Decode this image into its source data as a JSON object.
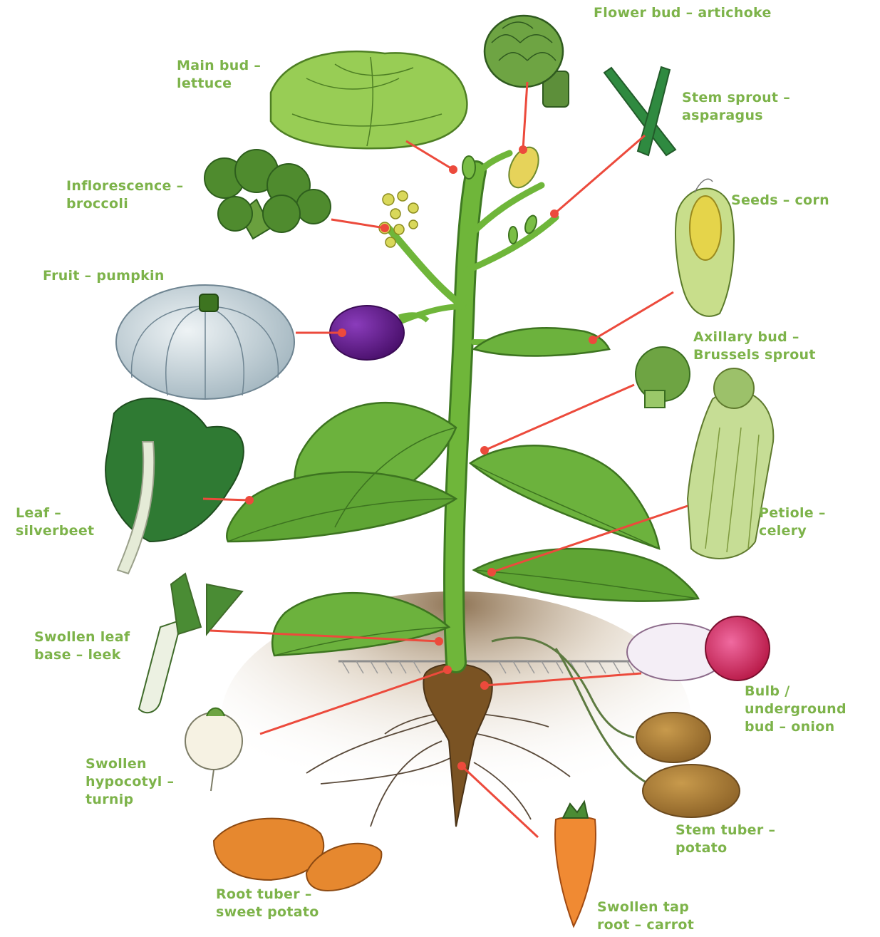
{
  "colors": {
    "label": "#7db34a",
    "pointer": "#ec4a3c",
    "stem": "#6fb63a",
    "stem_dark": "#3f7a22",
    "leaf": "#69b23c",
    "soil": "#8a5a2b"
  },
  "labels": [
    {
      "id": "flower-bud",
      "lines": [
        "Flower bud – artichoke"
      ]
    },
    {
      "id": "main-bud",
      "lines": [
        "Main bud –",
        "lettuce"
      ]
    },
    {
      "id": "stem-sprout",
      "lines": [
        "Stem sprout –",
        "asparagus"
      ]
    },
    {
      "id": "inflorescence",
      "lines": [
        "Inflorescence –",
        "broccoli"
      ]
    },
    {
      "id": "seeds",
      "lines": [
        "Seeds – corn"
      ]
    },
    {
      "id": "fruit",
      "lines": [
        "Fruit – pumpkin"
      ]
    },
    {
      "id": "axillary-bud",
      "lines": [
        "Axillary bud –",
        "Brussels sprout"
      ]
    },
    {
      "id": "leaf",
      "lines": [
        "Leaf –",
        "silverbeet"
      ]
    },
    {
      "id": "petiole",
      "lines": [
        "Petiole –",
        "celery"
      ]
    },
    {
      "id": "leaf-base",
      "lines": [
        "Swollen leaf",
        "base – leek"
      ]
    },
    {
      "id": "bulb",
      "lines": [
        "Bulb /",
        "underground",
        "bud – onion"
      ]
    },
    {
      "id": "hypocotyl",
      "lines": [
        "Swollen",
        "hypocotyl –",
        "turnip"
      ]
    },
    {
      "id": "stem-tuber",
      "lines": [
        "Stem tuber –",
        "potato"
      ]
    },
    {
      "id": "root-tuber",
      "lines": [
        "Root tuber –",
        "sweet potato"
      ]
    },
    {
      "id": "tap-root",
      "lines": [
        "Swollen tap",
        "root – carrot"
      ]
    }
  ]
}
